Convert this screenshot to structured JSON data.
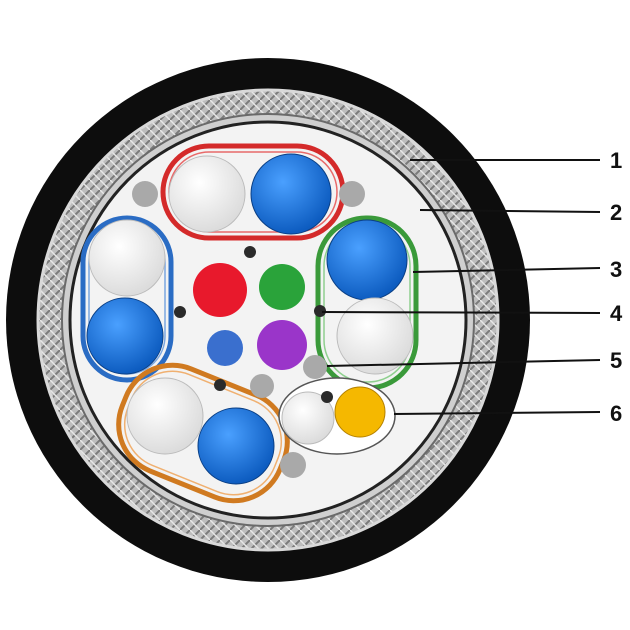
{
  "callouts": [
    {
      "id": "1",
      "label": "1"
    },
    {
      "id": "2",
      "label": "2"
    },
    {
      "id": "3",
      "label": "3"
    },
    {
      "id": "4",
      "label": "4"
    },
    {
      "id": "5",
      "label": "5"
    },
    {
      "id": "6",
      "label": "6"
    }
  ],
  "colors": {
    "outer_sheath": "#0d0d0d",
    "braid": "#9a9a9a",
    "braid_light": "#d8d8d8",
    "inner_core": "#f2f2f2",
    "conductor_blue": "#1f73d9",
    "conductor_white": "#ffffff",
    "pair_red": "#d42a2a",
    "pair_green": "#3a9a3a",
    "pair_blue": "#2a6cc4",
    "pair_orange": "#d07a20",
    "core_red": "#e8192c",
    "core_green": "#2aa33a",
    "core_blue": "#3a6fce",
    "core_purple": "#9a35c9",
    "core_yellow": "#f5b800",
    "filler_grey": "#a9a9a9",
    "drain_dark": "#2a2a2a"
  }
}
